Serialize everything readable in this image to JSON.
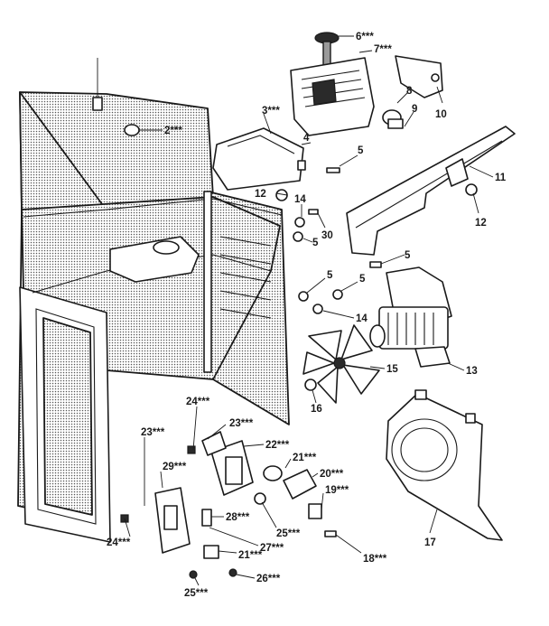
{
  "callouts": [
    {
      "id": "c6",
      "text": "6***"
    },
    {
      "id": "c7",
      "text": "7***"
    },
    {
      "id": "c8",
      "text": "8"
    },
    {
      "id": "c9",
      "text": "9"
    },
    {
      "id": "c10",
      "text": "10"
    },
    {
      "id": "c2",
      "text": "2***"
    },
    {
      "id": "c3",
      "text": "3***"
    },
    {
      "id": "c4",
      "text": "4"
    },
    {
      "id": "c5a",
      "text": "5"
    },
    {
      "id": "c11",
      "text": "11"
    },
    {
      "id": "c12a",
      "text": "12"
    },
    {
      "id": "c14a",
      "text": "14"
    },
    {
      "id": "c30",
      "text": "30"
    },
    {
      "id": "c5b",
      "text": "5"
    },
    {
      "id": "c12b",
      "text": "12"
    },
    {
      "id": "c5c",
      "text": "5"
    },
    {
      "id": "c5d",
      "text": "5"
    },
    {
      "id": "c5e",
      "text": "5"
    },
    {
      "id": "c14b",
      "text": "14"
    },
    {
      "id": "c15",
      "text": "15"
    },
    {
      "id": "c13",
      "text": "13"
    },
    {
      "id": "c16",
      "text": "16"
    },
    {
      "id": "c24a",
      "text": "24***"
    },
    {
      "id": "c23a",
      "text": "23***"
    },
    {
      "id": "c23b",
      "text": "23***"
    },
    {
      "id": "c22",
      "text": "22***"
    },
    {
      "id": "c21a",
      "text": "21***"
    },
    {
      "id": "c29",
      "text": "29***"
    },
    {
      "id": "c20",
      "text": "20***"
    },
    {
      "id": "c19",
      "text": "19***"
    },
    {
      "id": "c28",
      "text": "28***"
    },
    {
      "id": "c25a",
      "text": "25***"
    },
    {
      "id": "c24b",
      "text": "24***"
    },
    {
      "id": "c27",
      "text": "27***"
    },
    {
      "id": "c21b",
      "text": "21***"
    },
    {
      "id": "c18",
      "text": "18***"
    },
    {
      "id": "c17",
      "text": "17"
    },
    {
      "id": "c25b",
      "text": "25***"
    },
    {
      "id": "c26",
      "text": "26***"
    }
  ]
}
